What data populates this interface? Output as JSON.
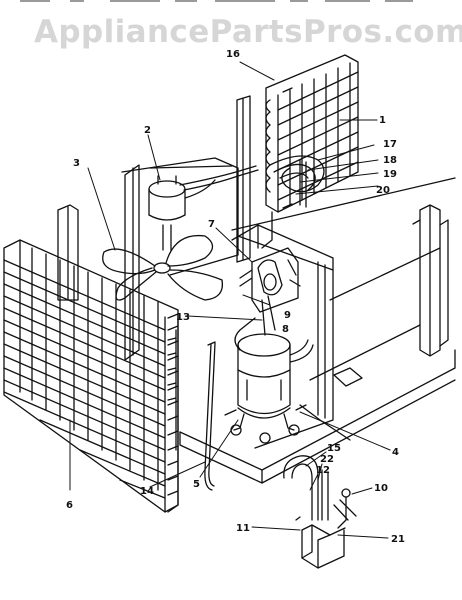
{
  "watermark": "AppliancePartsPros.com",
  "part_numbers": {
    "p1": "1",
    "p2": "2",
    "p3": "3",
    "p4": "4",
    "p5": "5",
    "p6": "6",
    "p7": "7",
    "p8": "8",
    "p9": "9",
    "p10": "10",
    "p11": "11",
    "p12": "12",
    "p13": "13",
    "p14": "14",
    "p15": "15",
    "p16": "16",
    "p17": "17",
    "p18": "18",
    "p19": "19",
    "p20": "20",
    "p21": "21",
    "p22": "22"
  }
}
